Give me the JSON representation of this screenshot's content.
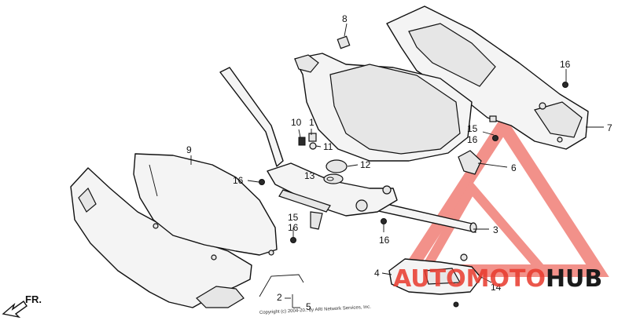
{
  "callouts": [
    "1",
    "2",
    "3",
    "4",
    "5",
    "6",
    "7",
    "8",
    "9",
    "10",
    "11",
    "12",
    "13",
    "14",
    "15",
    "16"
  ],
  "labels": {
    "c1": "1",
    "c2": "2",
    "c3": "3",
    "c4": "4",
    "c5": "5",
    "c6": "6",
    "c7": "7",
    "c8": "8",
    "c9": "9",
    "c10": "10",
    "c11": "11",
    "c12": "12",
    "c13": "13",
    "c14": "14",
    "c15a": "15",
    "c15b": "15",
    "c16a": "16",
    "c16b": "16",
    "c16c": "16",
    "c16d": "16",
    "c16e": "16"
  },
  "direction_label": "FR.",
  "watermark": {
    "part1": "AUTO",
    "part2": "MOTO",
    "part3": "HUB",
    "color_red": "#e8382b",
    "color_dark": "#1a1a1a"
  },
  "copyright": "Copyright (c) 2004-20.. by ARI Network Services, Inc."
}
